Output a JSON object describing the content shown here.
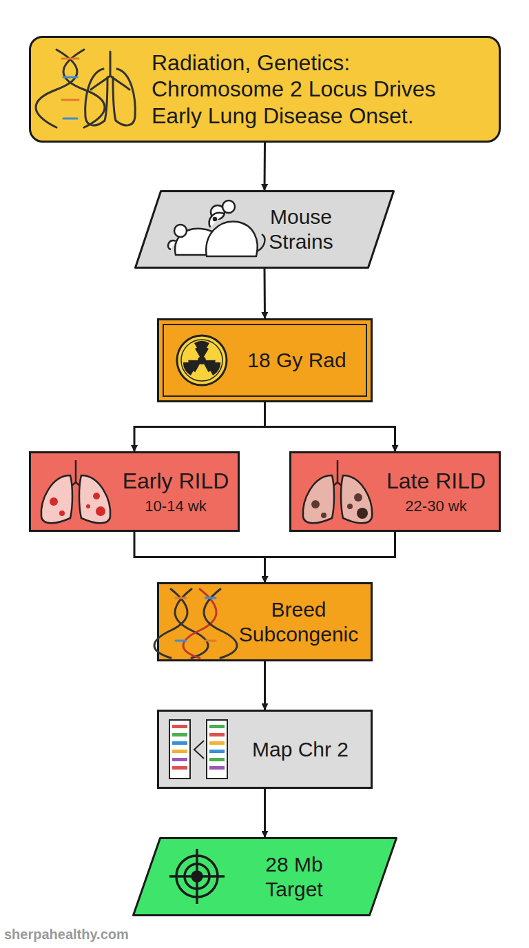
{
  "diagram": {
    "nodes": [
      {
        "text": [
          "Radiation, Genetics: Chromosome 2 Locus Drives Early Lung Disease Onset."
        ]
      },
      {
        "text": [
          "Mouse Strains"
        ]
      },
      {
        "text": [
          "18 Gy Rad"
        ]
      },
      {
        "text": [
          "Early RILD",
          "10-14 wk"
        ]
      },
      {
        "text": [
          "Late RILD",
          "22-30 wk"
        ]
      },
      {
        "text": [
          "Breed Subcongenic"
        ]
      },
      {
        "text": [
          "Map Chr 2"
        ]
      },
      {
        "text": [
          "28 Mb Target"
        ]
      }
    ],
    "edges": [
      {
        "from": 0,
        "to": 1,
        "arrow": "to"
      },
      {
        "from": 1,
        "to": 2,
        "arrow": "to"
      },
      {
        "from": 2,
        "to": 3,
        "arrow": "to"
      },
      {
        "from": 2,
        "to": 4,
        "arrow": "to"
      },
      {
        "from": 3,
        "to": 5,
        "arrow": "to"
      },
      {
        "from": 4,
        "to": 5,
        "arrow": "to"
      },
      {
        "from": 5,
        "to": 6,
        "arrow": "to"
      },
      {
        "from": 6,
        "to": 7,
        "arrow": "to"
      }
    ],
    "labels": [
      "sherpahealthy.com"
    ]
  }
}
